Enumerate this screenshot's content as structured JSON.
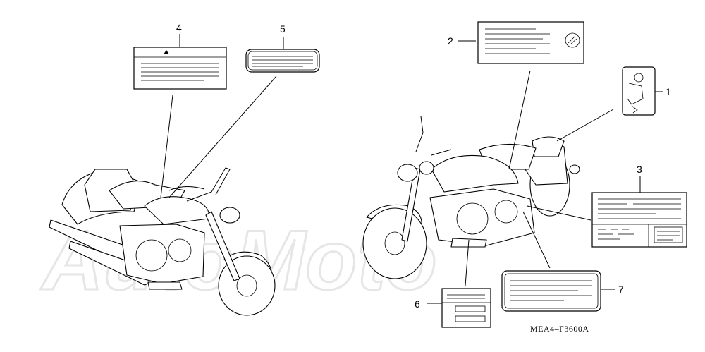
{
  "diagram": {
    "code": "MEA4–F3600A",
    "watermark": "AutoMoto",
    "callouts": [
      {
        "num": "1",
        "name": "callout-1"
      },
      {
        "num": "2",
        "name": "callout-2"
      },
      {
        "num": "3",
        "name": "callout-3"
      },
      {
        "num": "4",
        "name": "callout-4"
      },
      {
        "num": "5",
        "name": "callout-5"
      },
      {
        "num": "6",
        "name": "callout-6"
      },
      {
        "num": "7",
        "name": "callout-7"
      }
    ]
  },
  "colors": {
    "line": "#000000",
    "background": "#ffffff",
    "watermark": "#e6e6e6"
  }
}
